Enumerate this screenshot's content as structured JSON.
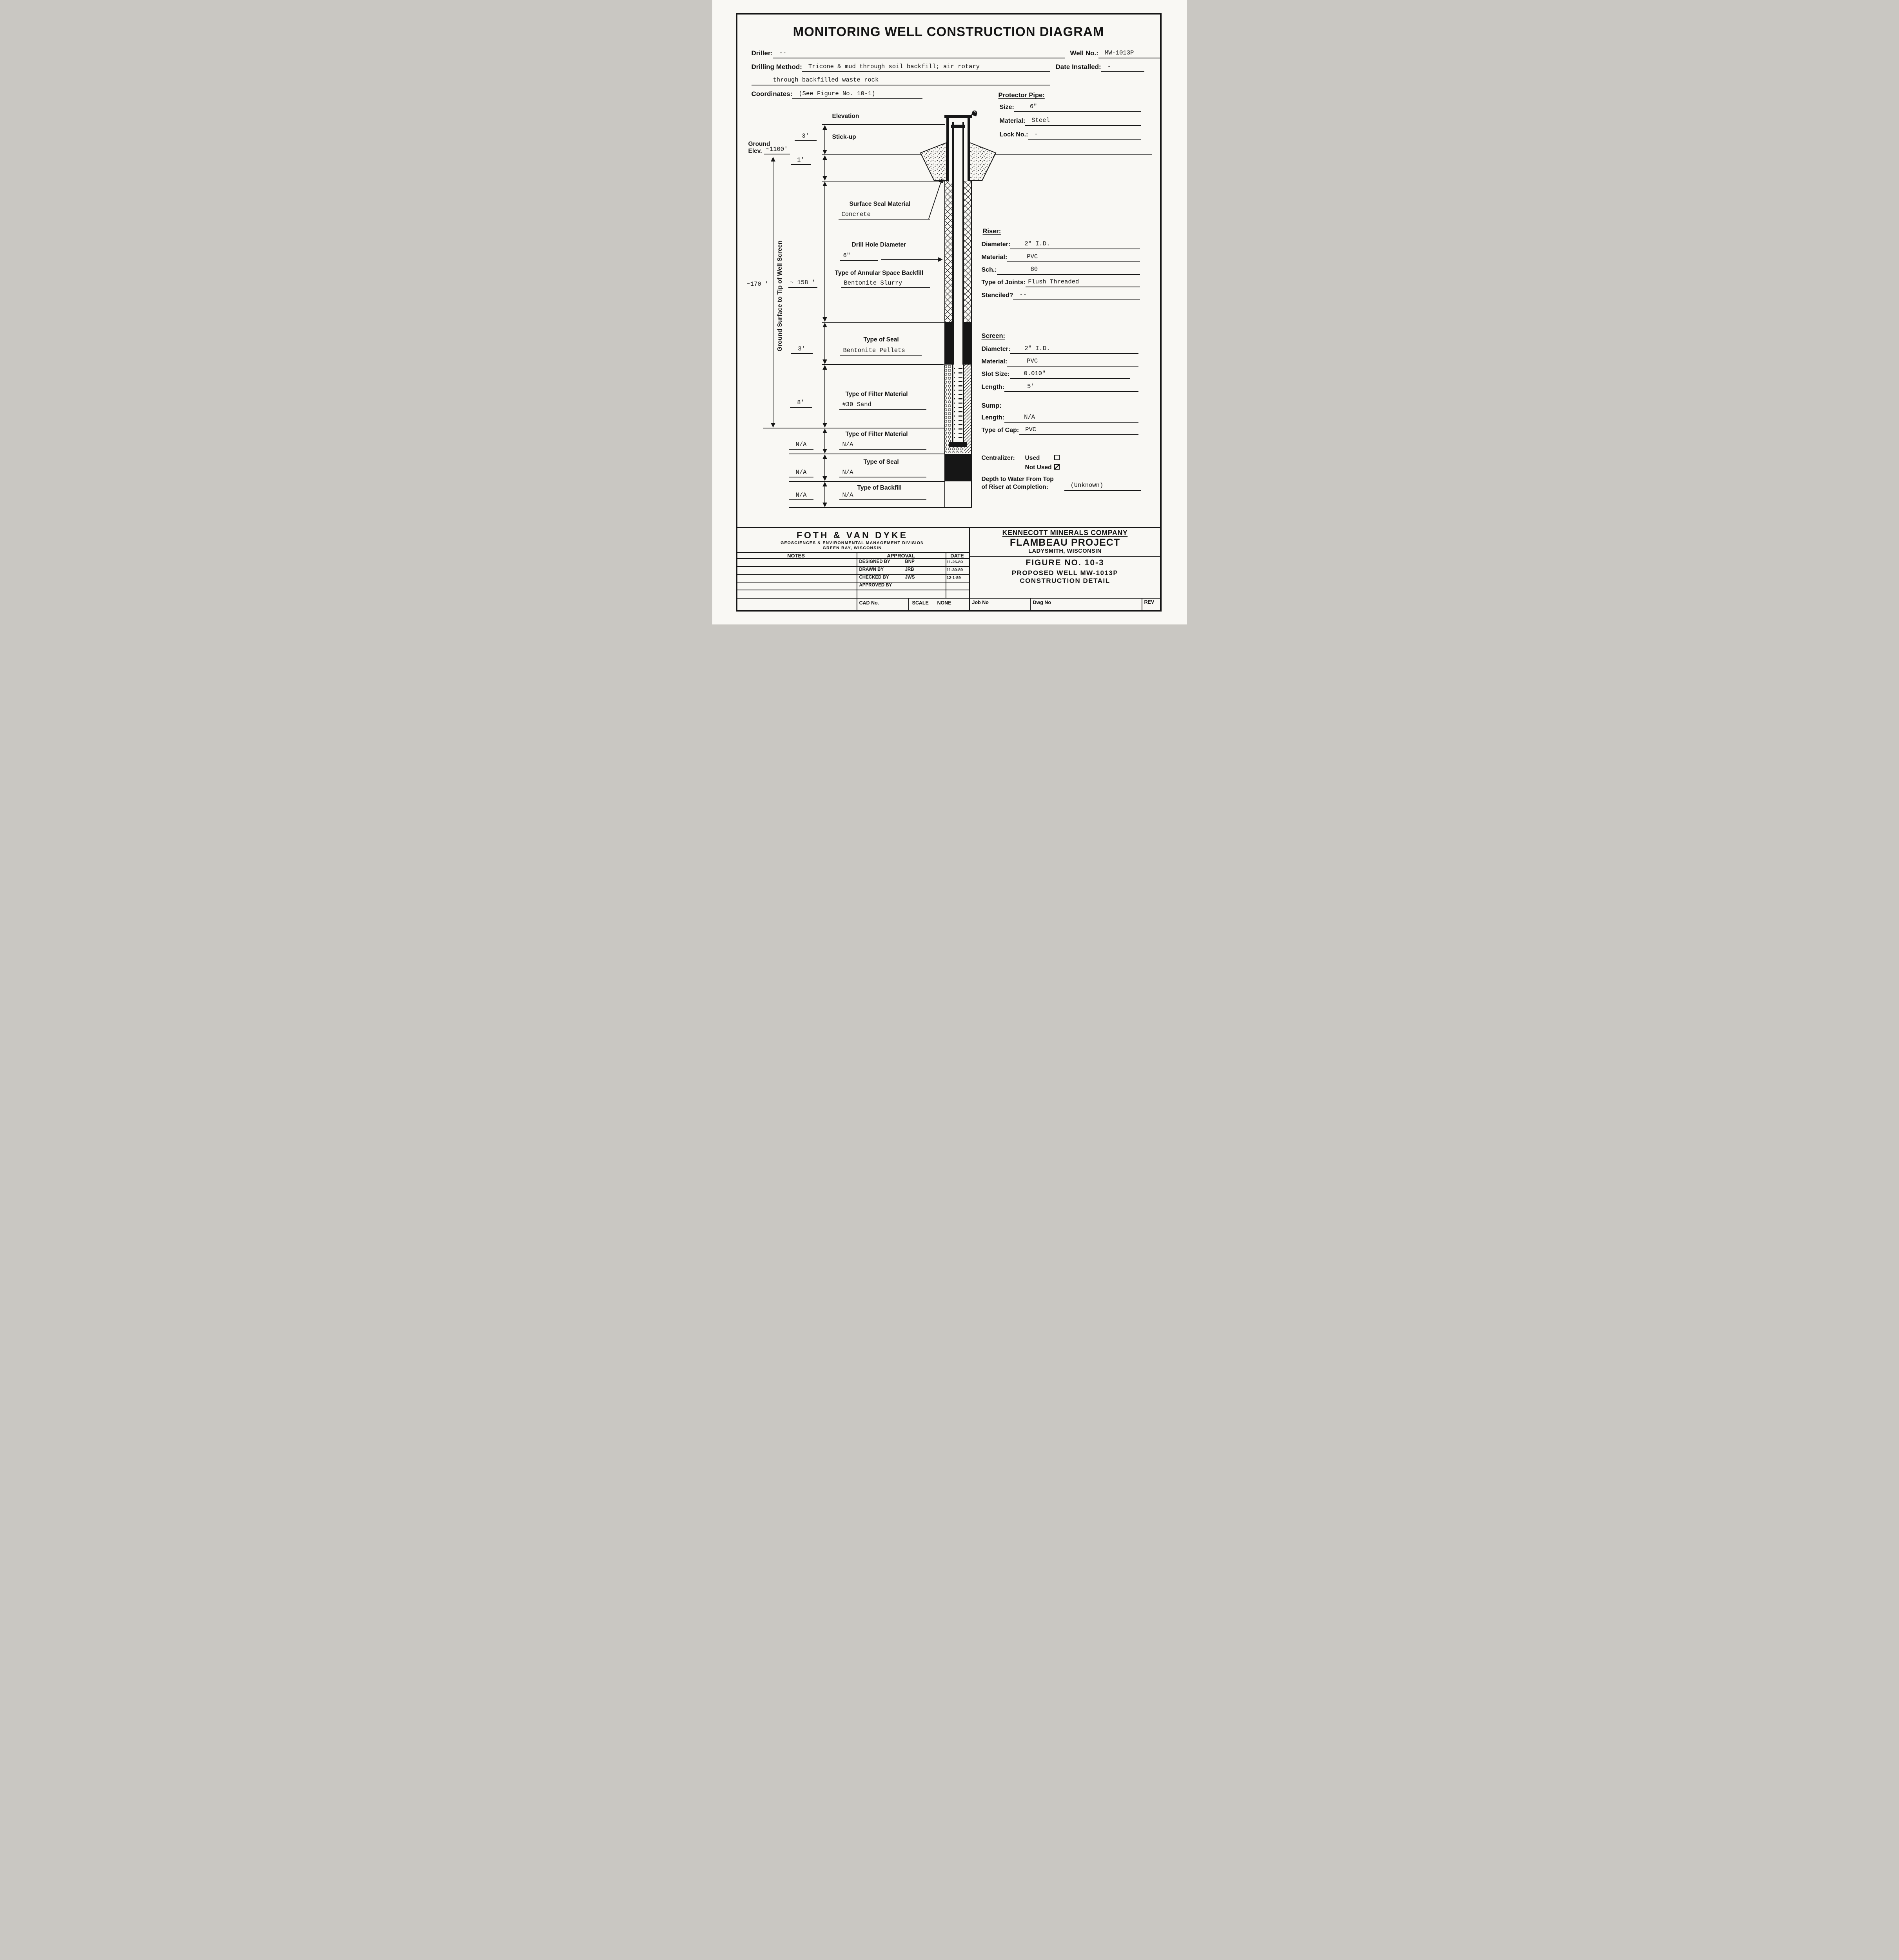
{
  "colors": {
    "ink": "#161616",
    "paper": "#f9f8f4"
  },
  "title": "MONITORING WELL CONSTRUCTION DIAGRAM",
  "header": {
    "driller_label": "Driller:",
    "driller_value": "--",
    "well_no_label": "Well No.:",
    "well_no_value": "MW-1013P",
    "drilling_method_label": "Drilling Method:",
    "drilling_method_value": "Tricone & mud through soil backfill; air rotary",
    "drilling_method_value2": "through backfilled waste rock",
    "date_installed_label": "Date Installed:",
    "date_installed_value": "-",
    "coordinates_label": "Coordinates:",
    "coordinates_value": "(See Figure No. 10-1)"
  },
  "protector_pipe": {
    "heading": "Protector Pipe:",
    "size_label": "Size:",
    "size_value": "6\"",
    "material_label": "Material:",
    "material_value": "Steel",
    "lock_label": "Lock No.:",
    "lock_value": "-"
  },
  "diagram": {
    "elevation_label": "Elevation",
    "stickup_dim": "3'",
    "stickup_label": "Stick-up",
    "ground_label1": "Ground",
    "ground_label2": "Elev.",
    "ground_elev_value": "~1100'",
    "concrete_dim": "1'",
    "surface_seal_label": "Surface Seal Material",
    "surface_seal_value": "Concrete",
    "drill_hole_label": "Drill Hole Diameter",
    "drill_hole_value": "6\"",
    "annular_label": "Type of Annular Space Backfill",
    "annular_value": "Bentonite Slurry",
    "depth_total": "~170 '",
    "depth_to_seal": "~ 158 '",
    "axis_label": "Ground Surface to Tip of Well Screen",
    "seal_label": "Type of Seal",
    "seal_value": "Bentonite Pellets",
    "seal_dim": "3'",
    "filter_label": "Type of Filter Material",
    "filter_value": "#30 Sand",
    "filter_dim": "8'",
    "filter2_label": "Type of Filter Material",
    "filter2_value": "N/A",
    "filter2_dim": "N/A",
    "seal2_label": "Type of Seal",
    "seal2_value": "N/A",
    "seal2_dim": "N/A",
    "backfill_label": "Type of Backfill",
    "backfill_value": "N/A",
    "backfill_dim": "N/A"
  },
  "riser": {
    "heading": "Riser:",
    "diameter_label": "Diameter:",
    "diameter_value": "2\" I.D.",
    "material_label": "Material:",
    "material_value": "PVC",
    "sch_label": "Sch.:",
    "sch_value": "80",
    "joints_label": "Type of Joints:",
    "joints_value": "Flush Threaded",
    "stenciled_label": "Stenciled?",
    "stenciled_value": "--"
  },
  "screen": {
    "heading": "Screen:",
    "diameter_label": "Diameter:",
    "diameter_value": "2\" I.D.",
    "material_label": "Material:",
    "material_value": "PVC",
    "slot_label": "Slot Size:",
    "slot_value": "0.010\"",
    "length_label": "Length:",
    "length_value": "5'"
  },
  "sump": {
    "heading": "Sump:",
    "length_label": "Length:",
    "length_value": "N/A",
    "cap_label": "Type of Cap:",
    "cap_value": "PVC"
  },
  "centralizer": {
    "label": "Centralizer:",
    "used_label": "Used",
    "not_used_label": "Not Used",
    "used_checked": false,
    "not_used_checked": true
  },
  "depth_to_water": {
    "label_line1": "Depth to Water From Top",
    "label_line2": "of Riser at Completion:",
    "value": "(Unknown)"
  },
  "title_block": {
    "company": "FOTH & VAN DYKE",
    "division": "GEOSCIENCES & ENVIRONMENTAL MANAGEMENT DIVISION",
    "city": "GREEN BAY, WISCONSIN",
    "notes_header": "NOTES",
    "approval_header": "APPROVAL",
    "date_header": "DATE",
    "rows": [
      {
        "role": "DESIGNED BY",
        "initials": "BNP",
        "date": "11-26-89"
      },
      {
        "role": "DRAWN BY",
        "initials": "JRB",
        "date": "11-30-89"
      },
      {
        "role": "CHECKED BY",
        "initials": "JWS",
        "date": "12-1-89"
      },
      {
        "role": "APPROVED BY",
        "initials": "",
        "date": ""
      }
    ],
    "cad_label": "CAD No.",
    "scale_label": "SCALE",
    "scale_value": "NONE",
    "client": "KENNECOTT MINERALS COMPANY",
    "project": "FLAMBEAU PROJECT",
    "location": "LADYSMITH, WISCONSIN",
    "figure": "FIGURE NO. 10-3",
    "figure_line1": "PROPOSED WELL MW-1013P",
    "figure_line2": "CONSTRUCTION DETAIL",
    "job_no": "Job No",
    "dwg_no": "Dwg No",
    "rev": "REV"
  }
}
